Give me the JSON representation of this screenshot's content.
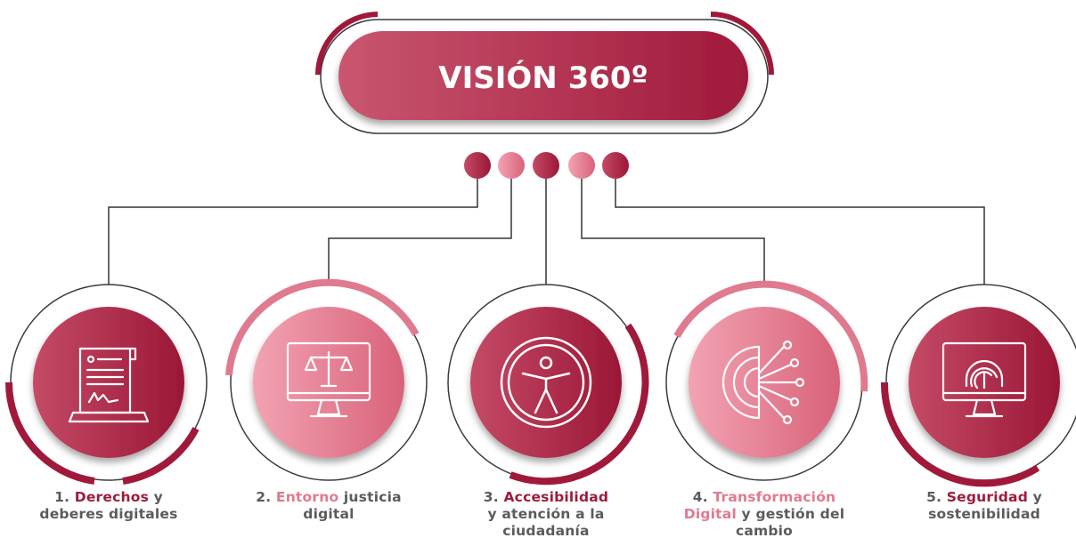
{
  "title": "VISIÓN 360º",
  "colors": {
    "dark": "#9e1b3c",
    "light": "#e07a8e",
    "text": "#5b5b5b",
    "connector": "#333333"
  },
  "pillars": [
    {
      "number": "1.",
      "highlight": "Derechos",
      "rest_line1": " y",
      "line2": "deberes digitales",
      "line3": "",
      "accent": "dark",
      "icon": "document-signature-laptop-icon"
    },
    {
      "number": "2.",
      "highlight": "Entorno",
      "rest_line1": " justicia",
      "line2": "digital",
      "line3": "",
      "accent": "light",
      "icon": "monitor-scales-of-justice-icon"
    },
    {
      "number": "3.",
      "highlight": "Accesibilidad",
      "rest_line1": "",
      "line2": "y atención a la",
      "line3": "ciudadanía",
      "accent": "dark",
      "icon": "accessibility-person-icon"
    },
    {
      "number": "4.",
      "highlight": "Transformación",
      "highlight2": "Digital",
      "rest_line1": "",
      "line2": " y gestión del",
      "line3": "cambio",
      "accent": "light",
      "icon": "gear-circuit-icon"
    },
    {
      "number": "5.",
      "highlight": "Seguridad",
      "rest_line1": " y",
      "line2": "sostenibilidad",
      "line3": "",
      "accent": "dark",
      "icon": "monitor-fingerprint-icon"
    }
  ]
}
